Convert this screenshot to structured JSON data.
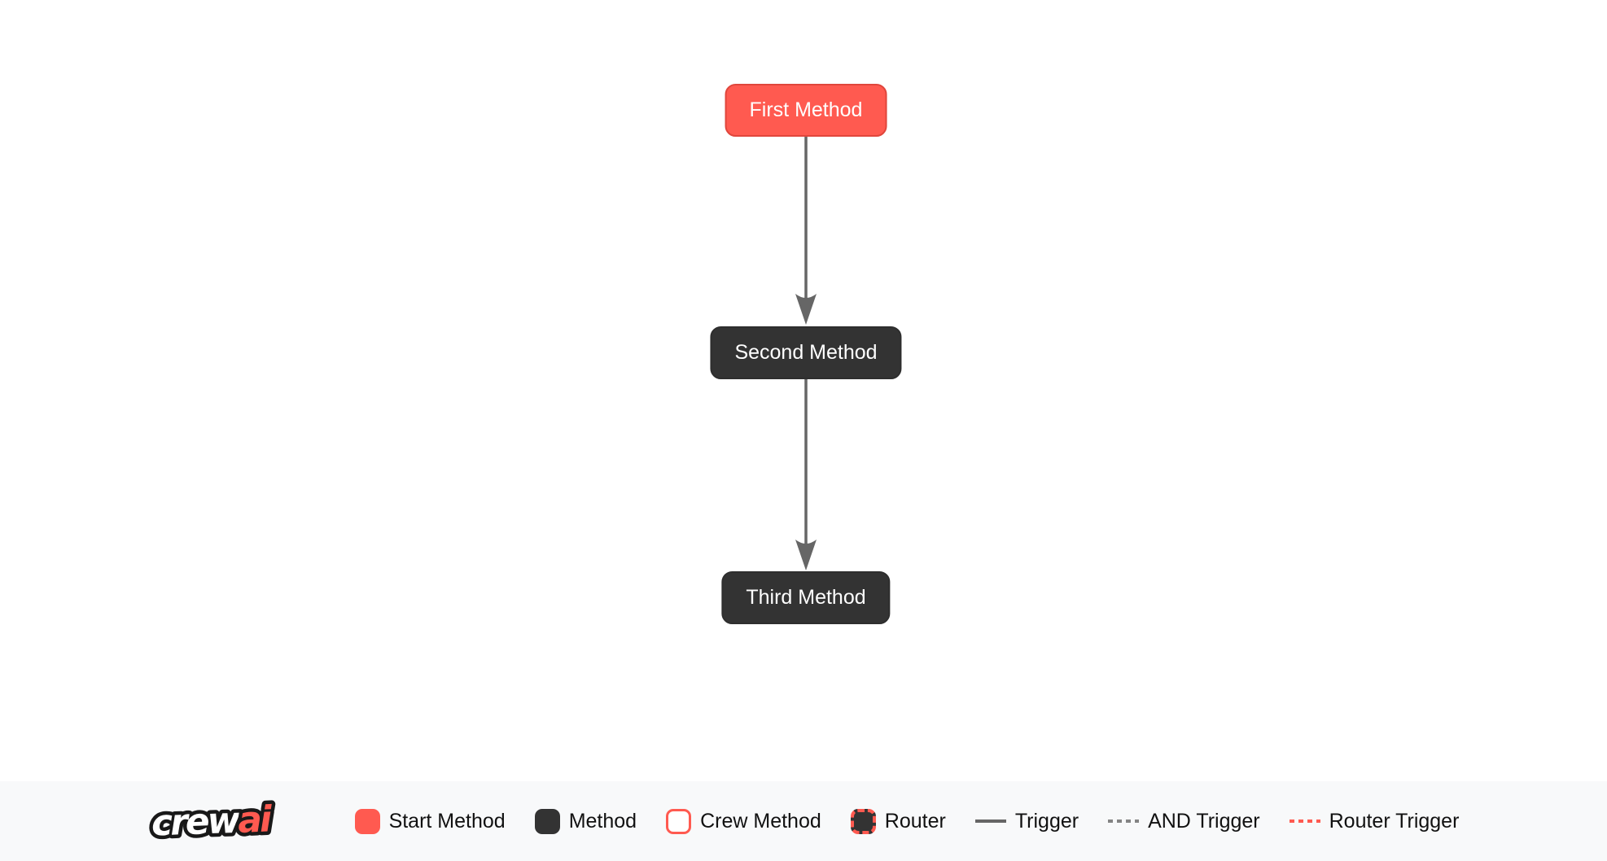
{
  "flow": {
    "nodes": [
      {
        "label": "First Method",
        "type": "start-method"
      },
      {
        "label": "Second Method",
        "type": "method"
      },
      {
        "label": "Third Method",
        "type": "method"
      }
    ],
    "edges": [
      {
        "from": "First Method",
        "to": "Second Method",
        "type": "trigger"
      },
      {
        "from": "Second Method",
        "to": "Third Method",
        "type": "trigger"
      }
    ]
  },
  "legend": {
    "logo": {
      "word_white": "crew",
      "word_red": "ai"
    },
    "items": [
      {
        "label": "Start Method",
        "swatch": "start-method-swatch"
      },
      {
        "label": "Method",
        "swatch": "method-swatch"
      },
      {
        "label": "Crew Method",
        "swatch": "crew-method-swatch"
      },
      {
        "label": "Router",
        "swatch": "router-swatch"
      },
      {
        "label": "Trigger",
        "swatch": "trigger-line"
      },
      {
        "label": "AND Trigger",
        "swatch": "and-trigger-line"
      },
      {
        "label": "Router Trigger",
        "swatch": "router-trigger-line"
      }
    ]
  },
  "colors": {
    "start_method_fill": "#FF5A50",
    "start_method_border": "#E0463C",
    "method_fill": "#333333",
    "edge_stroke": "#666666",
    "and_trigger": "#848484",
    "router_trigger": "#FF5A50",
    "canvas_background": "#FFFFFF",
    "legend_background": "#F8F9FA",
    "node_text": "#FFFFFF",
    "legend_text": "#111111"
  }
}
